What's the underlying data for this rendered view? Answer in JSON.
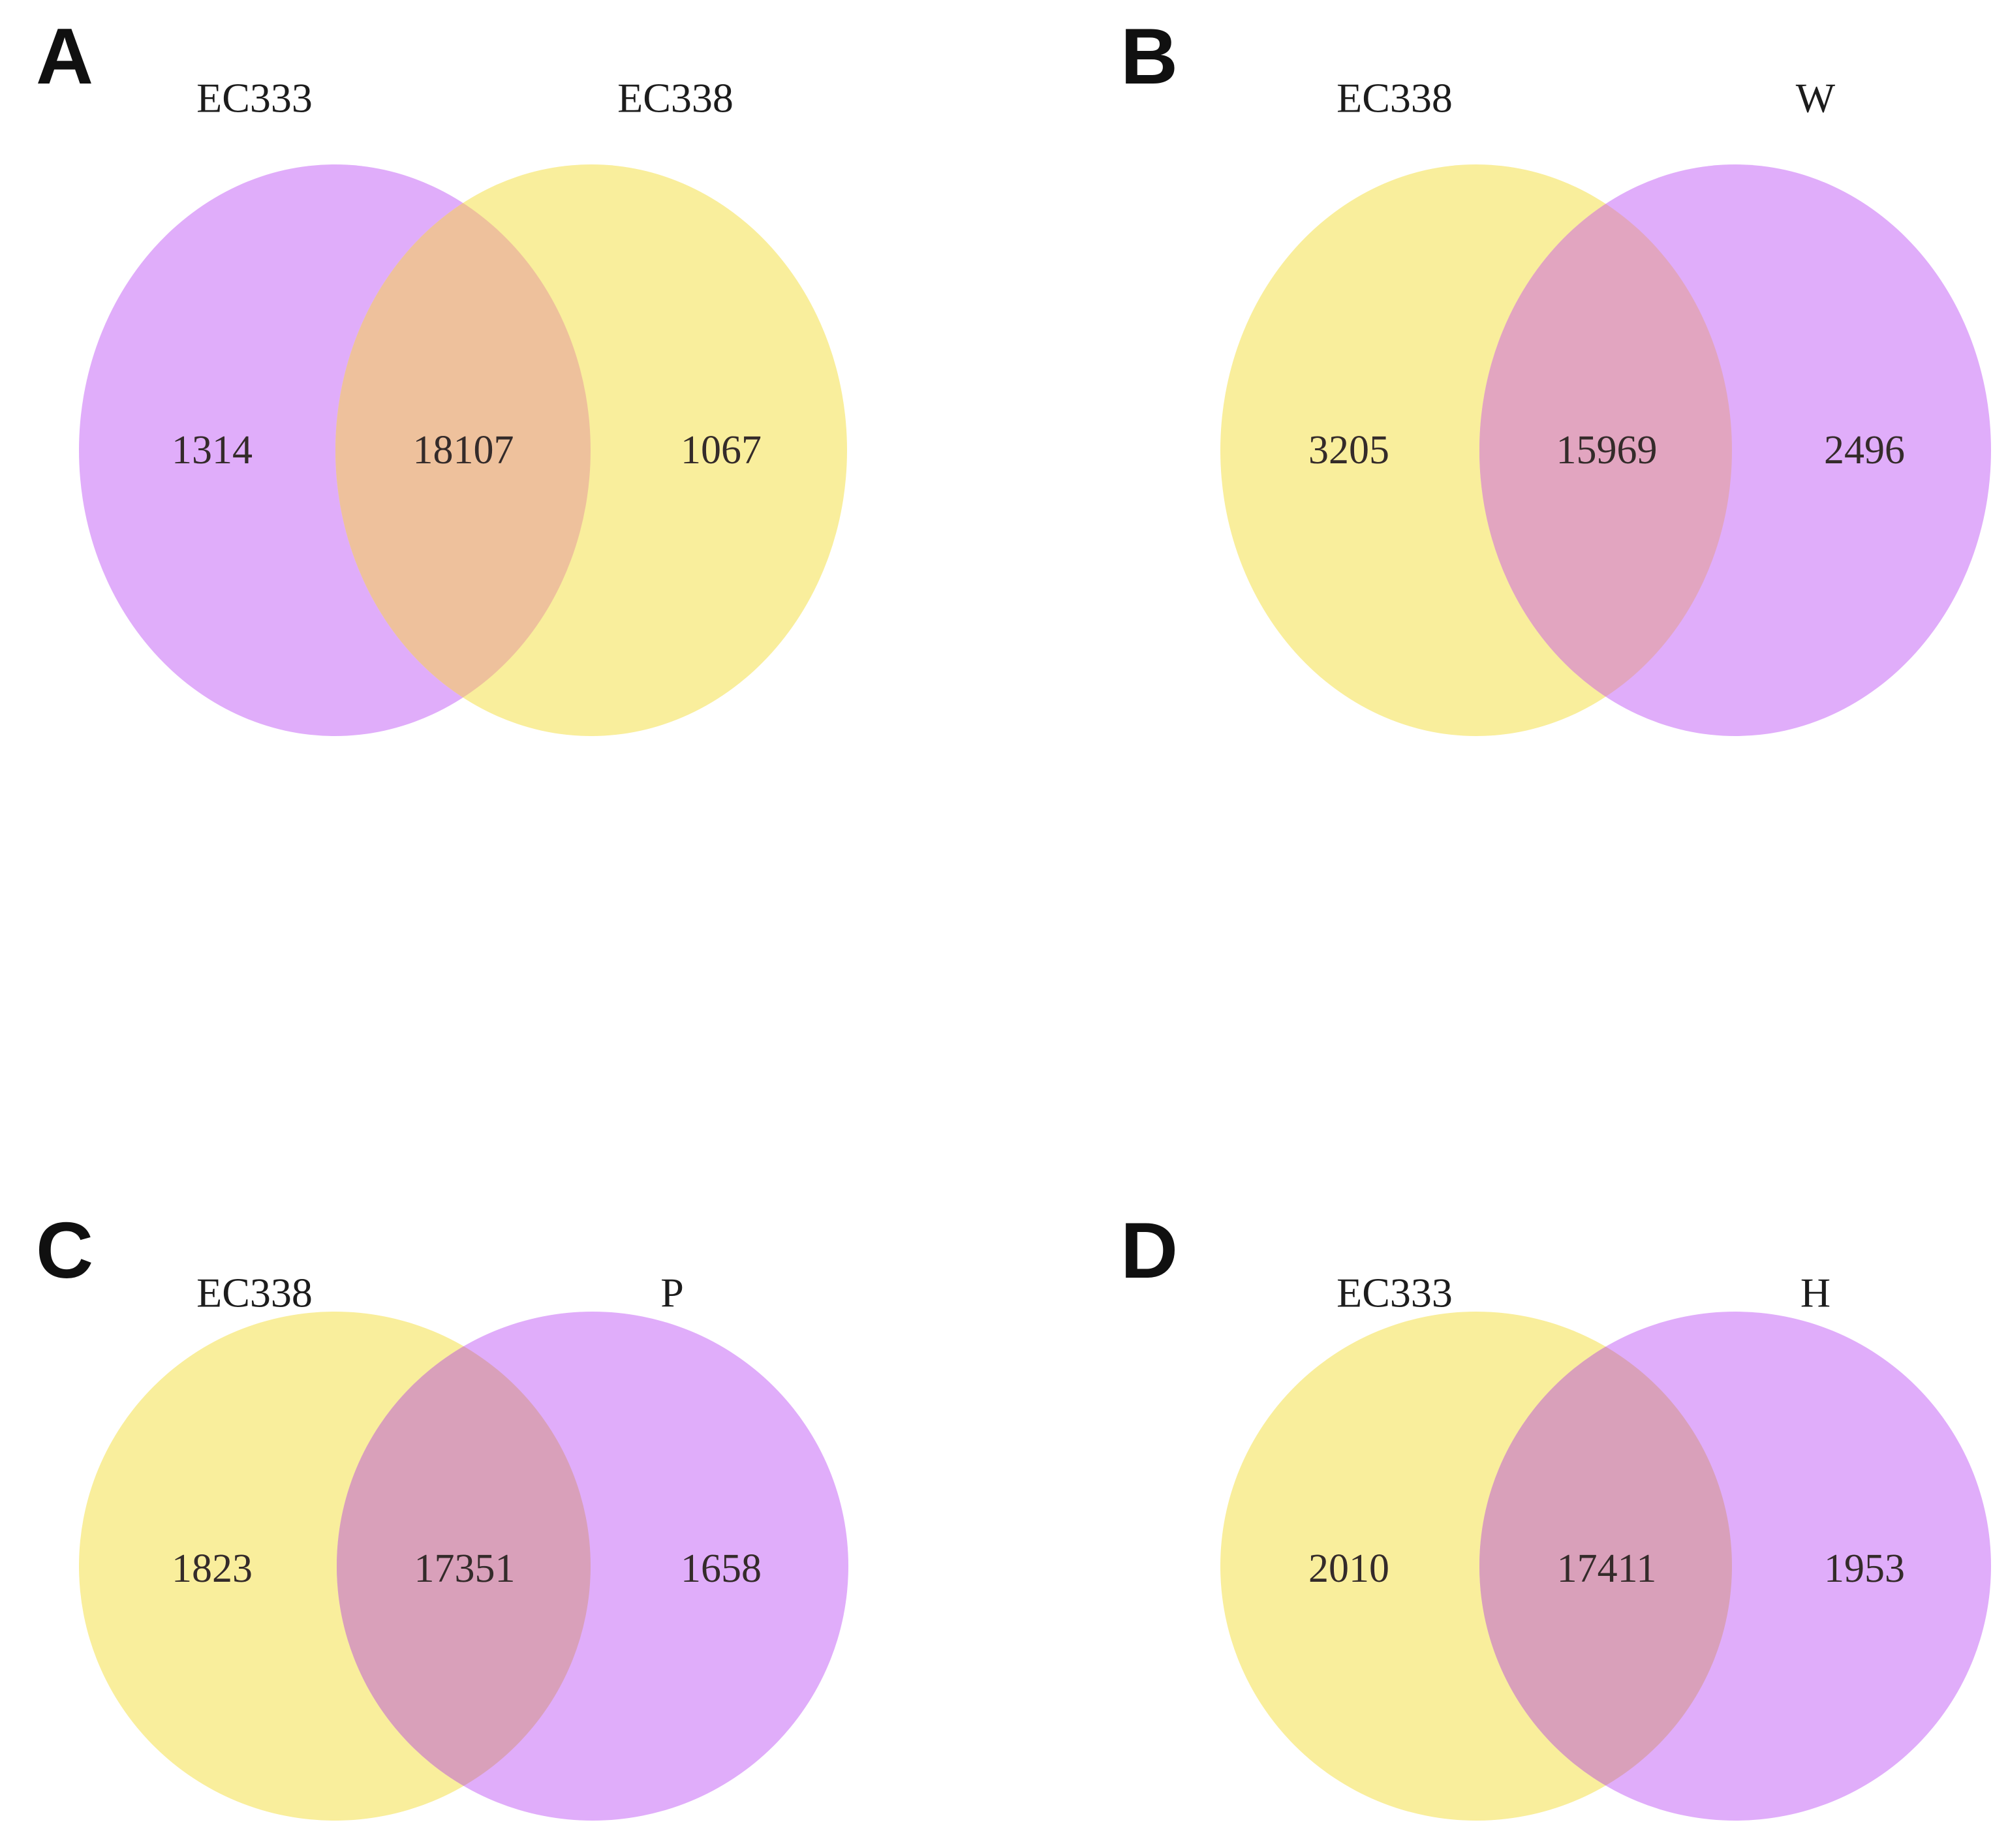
{
  "figure": {
    "background_color": "#ffffff",
    "description_colors": {
      "purple_circle": "#e0adfa",
      "yellow_circle": "#f9ee9c",
      "overlap_tan": "#eec19c",
      "overlap_pink": "#e2a5c0",
      "overlap_pink_muted": "#d9a0ba",
      "text_dark": "#1c1c1c"
    },
    "panels": [
      {
        "letter": "A",
        "left_label": "EC333",
        "right_label": "EC338",
        "left_value": "1314",
        "overlap_value": "18107",
        "right_value": "1067",
        "left_color": "#e0adfa",
        "right_color": "#f9ee9c",
        "overlap_color": "#eec19c"
      },
      {
        "letter": "B",
        "left_label": "EC338",
        "right_label": "W",
        "left_value": "3205",
        "overlap_value": "15969",
        "right_value": "2496",
        "left_color": "#f9ee9c",
        "right_color": "#e0adfa",
        "overlap_color": "#e2a5c0"
      },
      {
        "letter": "C",
        "left_label": "EC338",
        "right_label": "P",
        "left_value": "1823",
        "overlap_value": "17351",
        "right_value": "1658",
        "left_color": "#f9ee9c",
        "right_color": "#e0adfa",
        "overlap_color": "#d9a0ba"
      },
      {
        "letter": "D",
        "left_label": "EC333",
        "right_label": "H",
        "left_value": "2010",
        "overlap_value": "17411",
        "right_value": "1953",
        "left_color": "#f9ee9c",
        "right_color": "#e0adfa",
        "overlap_color": "#d9a0ba"
      }
    ]
  },
  "chart_data": [
    {
      "type": "venn",
      "panel": "A",
      "sets": [
        "EC333",
        "EC338"
      ],
      "left_only": 1314,
      "intersection": 18107,
      "right_only": 1067
    },
    {
      "type": "venn",
      "panel": "B",
      "sets": [
        "EC338",
        "W"
      ],
      "left_only": 3205,
      "intersection": 15969,
      "right_only": 2496
    },
    {
      "type": "venn",
      "panel": "C",
      "sets": [
        "EC338",
        "P"
      ],
      "left_only": 1823,
      "intersection": 17351,
      "right_only": 1658
    },
    {
      "type": "venn",
      "panel": "D",
      "sets": [
        "EC333",
        "H"
      ],
      "left_only": 2010,
      "intersection": 17411,
      "right_only": 1953
    }
  ]
}
